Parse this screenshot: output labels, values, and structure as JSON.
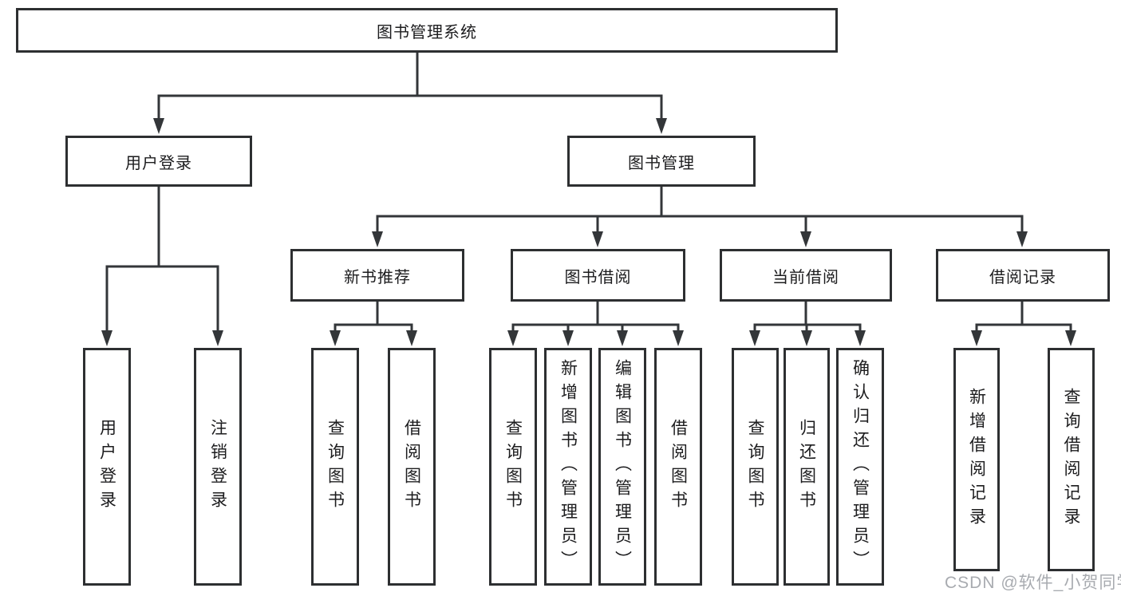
{
  "diagram": {
    "title": "图书管理系统",
    "type": "hierarchy-tree"
  },
  "nodes": {
    "root": "图书管理系统",
    "user_login": "用户登录",
    "book_management": "图书管理",
    "new_book_recommend": "新书推荐",
    "book_borrow": "图书借阅",
    "current_borrow": "当前借阅",
    "borrow_record": "借阅记录",
    "leaf_user_login": "用户登录",
    "leaf_logout": "注销登录",
    "leaf_nb_query_book": "查询图书",
    "leaf_nb_borrow_book": "借阅图书",
    "leaf_bb_query_book": "查询图书",
    "leaf_bb_add_book": "新增图书（管理员）",
    "leaf_bb_edit_book": "编辑图书（管理员）",
    "leaf_bb_borrow_book": "借阅图书",
    "leaf_cb_query_book": "查询图书",
    "leaf_cb_return_book": "归还图书",
    "leaf_cb_confirm_return": "确认归还（管理员）",
    "leaf_br_add_record": "新增借阅记录",
    "leaf_br_query_record": "查询借阅记录"
  },
  "watermark": {
    "text": "CSDN @软件_小贺同学",
    "color": "#a8abb0"
  },
  "colors": {
    "line": "#333639",
    "box_border": "#2d2f31",
    "text": "#1c1c1e",
    "background": "#ffffff"
  }
}
